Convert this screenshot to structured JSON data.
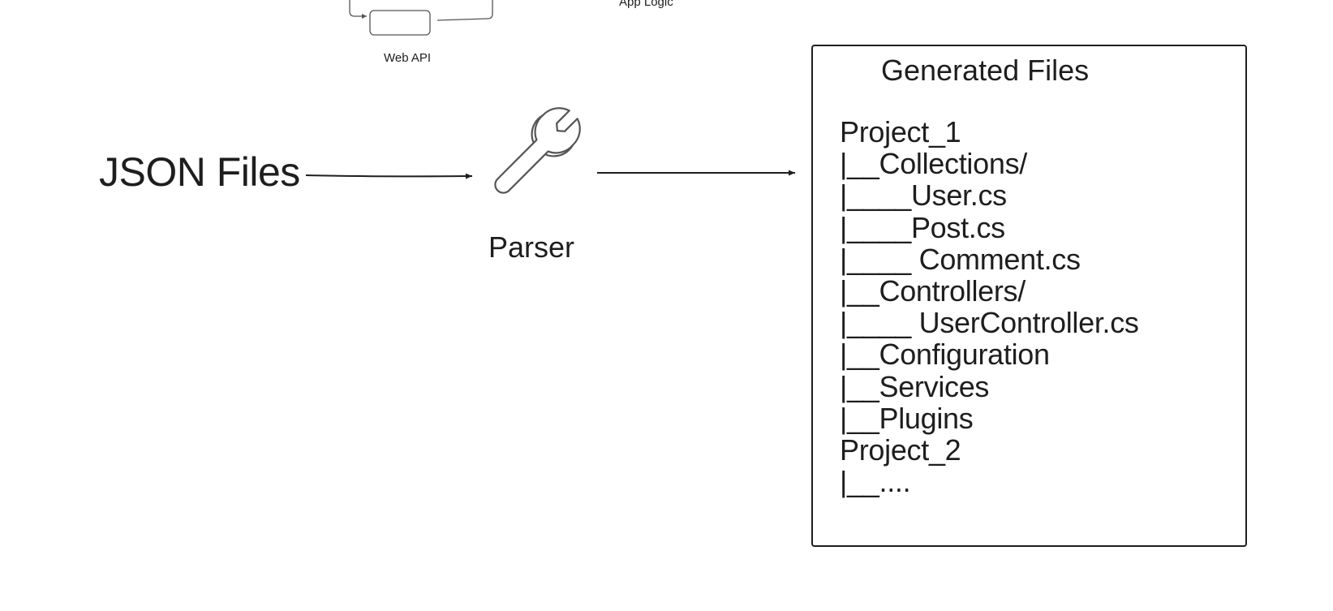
{
  "diagram": {
    "top_labels": {
      "web_api": "Web API",
      "app_logic": "App Logic"
    },
    "source": {
      "label": "JSON Files"
    },
    "processor": {
      "label": "Parser",
      "icon": "wrench-icon"
    },
    "output": {
      "title": "Generated Files",
      "tree": [
        "Project_1",
        "|__Collections/",
        "|____User.cs",
        "|____Post.cs",
        "|____ Comment.cs",
        "|__Controllers/",
        "|____ UserController.cs",
        "|__Configuration",
        "|__Services",
        "|__Plugins",
        "Project_2",
        "|__...."
      ]
    },
    "colors": {
      "stroke": "#1e1e1e",
      "background": "#ffffff",
      "light_stroke": "#555555"
    }
  }
}
